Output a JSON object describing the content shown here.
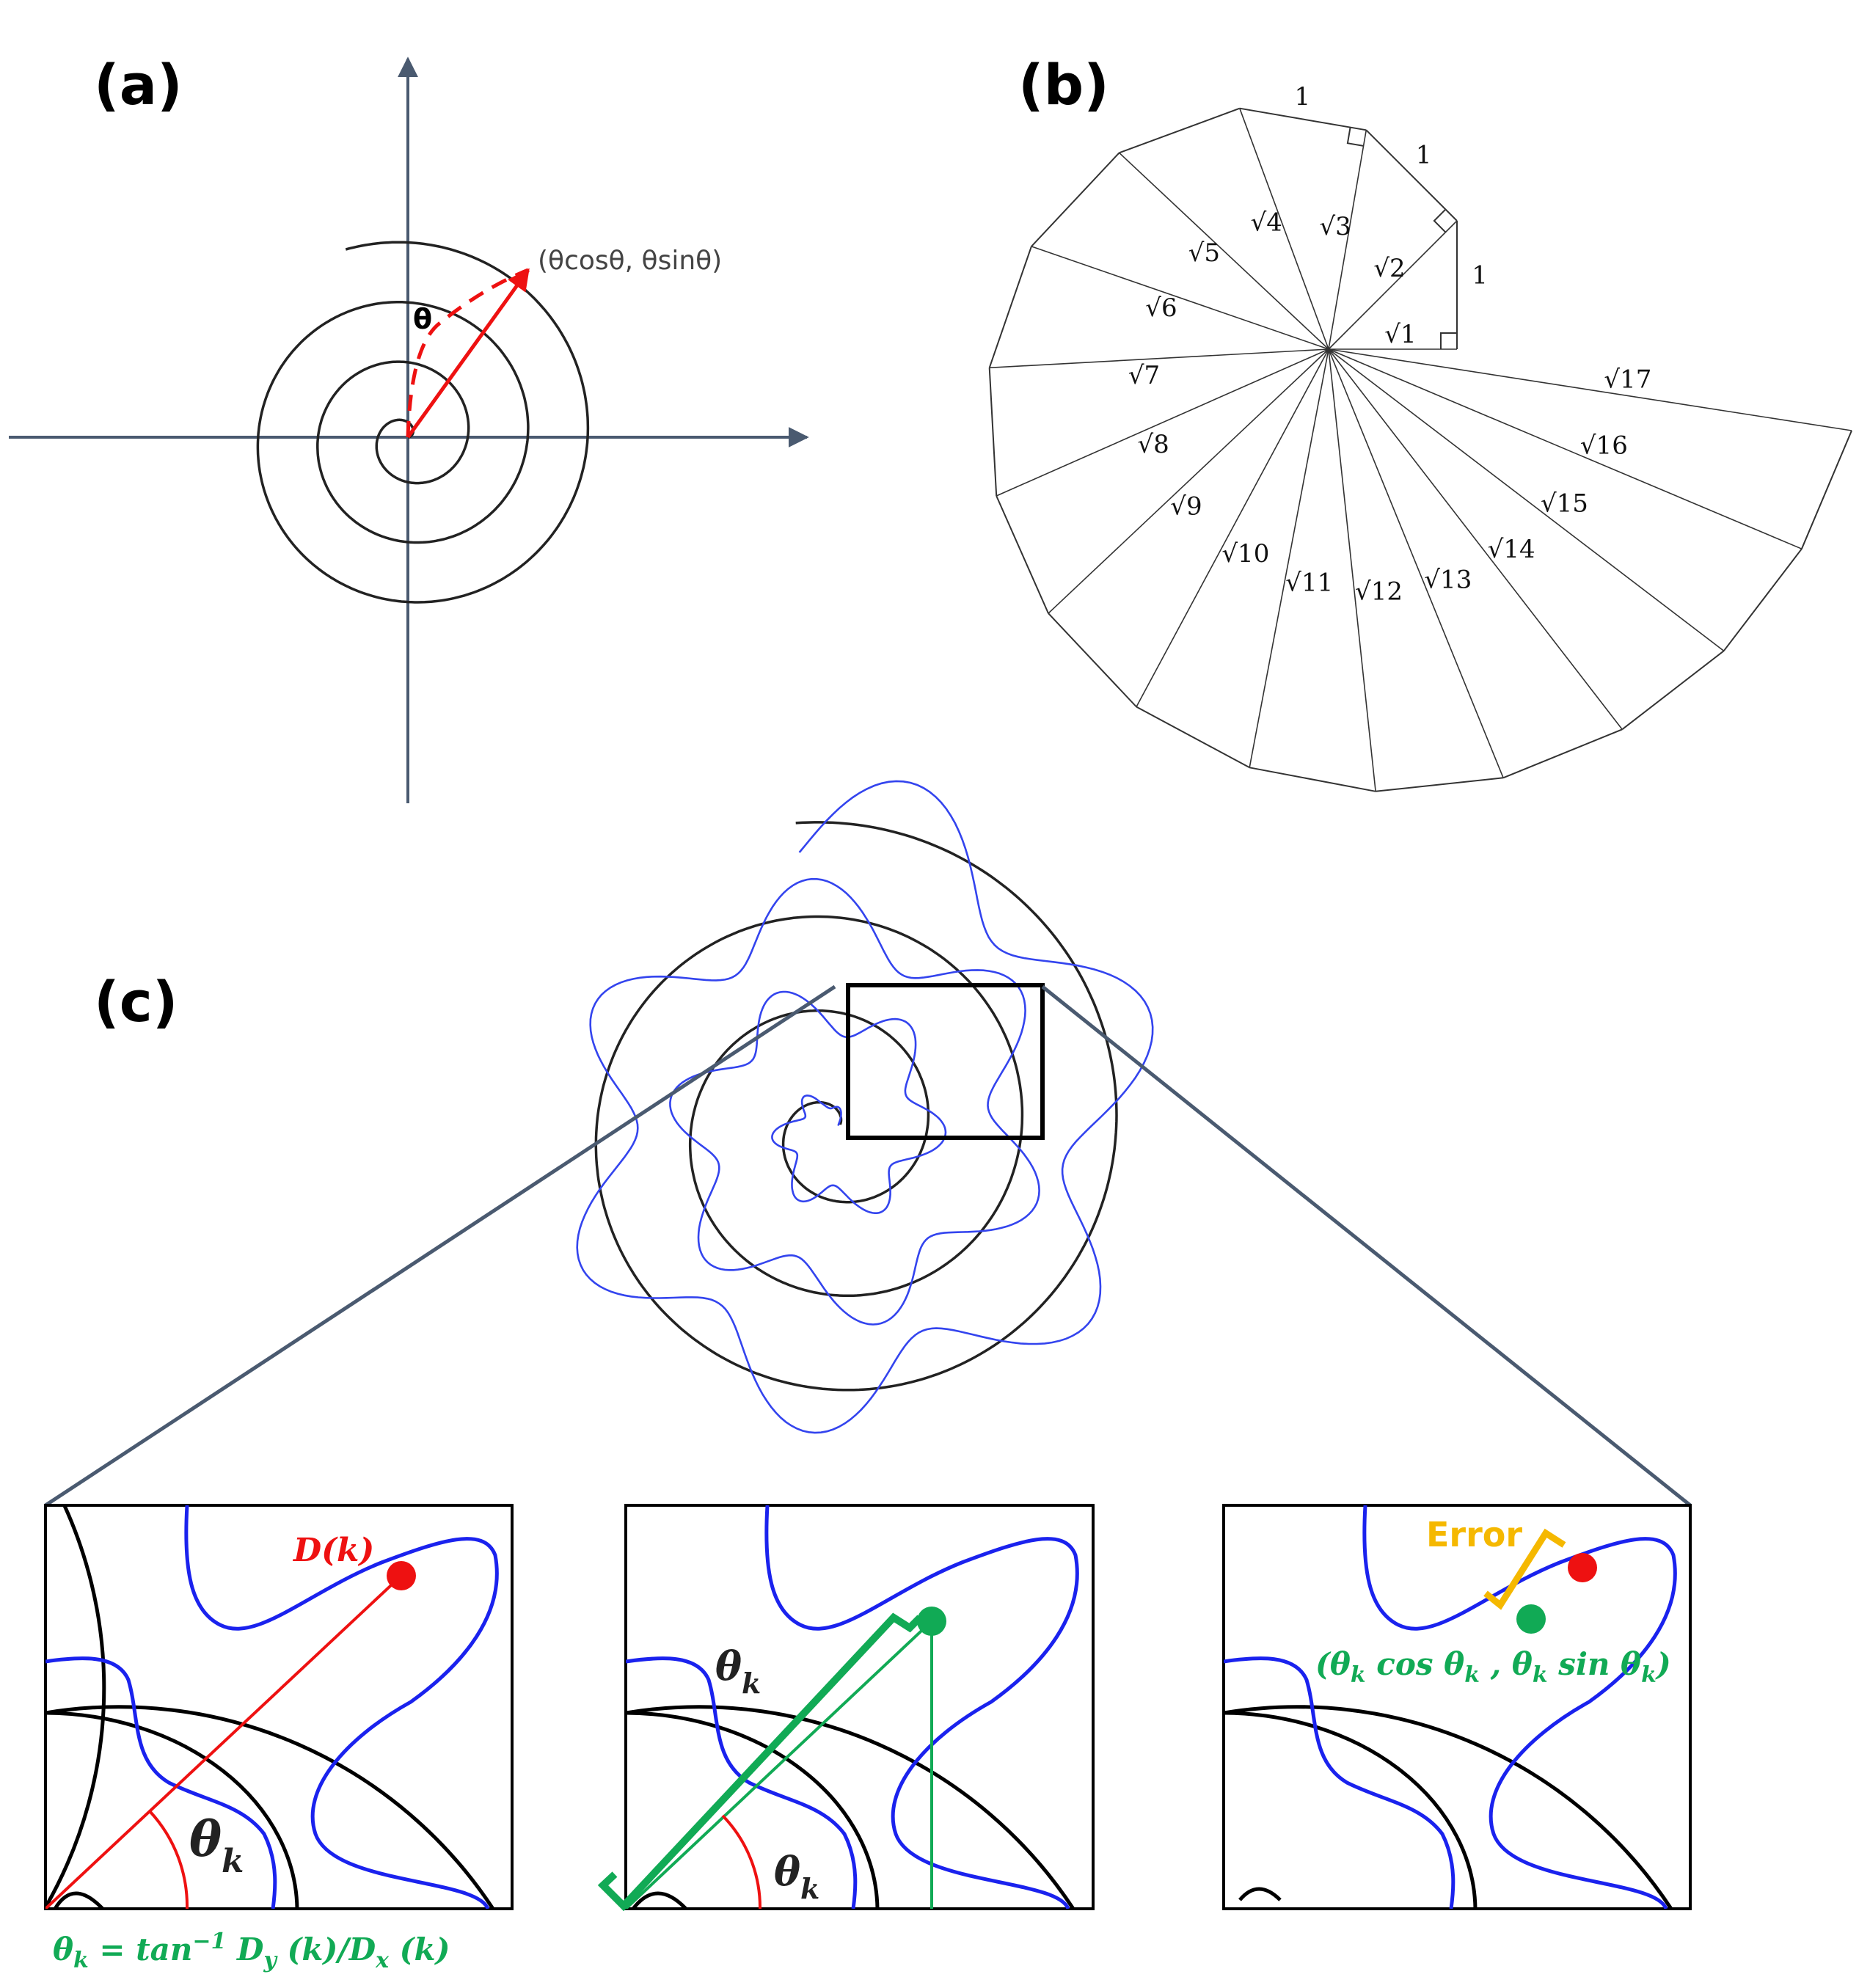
{
  "panel_a": {
    "label": "(a)",
    "point_label": "(θcosθ, θsinθ)",
    "angle_label": "θ"
  },
  "panel_b": {
    "label": "(b)",
    "unit_labels": [
      "1",
      "1",
      "1"
    ],
    "hypotenuse_labels": [
      "√1",
      "√2",
      "√3",
      "√4",
      "√5",
      "√6",
      "√7",
      "√8",
      "√9",
      "√10",
      "√11",
      "√12",
      "√13",
      "√14",
      "√15",
      "√16",
      "√17"
    ]
  },
  "panel_c": {
    "label": "(c)",
    "inset1": {
      "point_label": "D(k)",
      "angle_label": "θ",
      "angle_sub": "k",
      "formula_parts": [
        "θ",
        "k",
        " = tan",
        "−1",
        " D",
        "y",
        " (k)/D",
        "x",
        " (k)"
      ]
    },
    "inset2": {
      "length_label": "θ",
      "length_sub": "k",
      "angle_label": "θ",
      "angle_sub": "k"
    },
    "inset3": {
      "error_label": "Error",
      "coord_parts": [
        "(θ",
        "k",
        " cos θ",
        "k",
        " , θ",
        "k",
        " sin θ",
        "k",
        ")"
      ]
    }
  },
  "colors": {
    "red": "#ee1111",
    "blue": "#1a22ee",
    "green": "#11aa55",
    "orange": "#f5b800",
    "axis": "#4a5a70"
  }
}
